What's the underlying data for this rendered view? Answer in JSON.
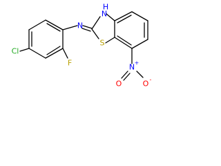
{
  "molecule": {
    "atom_labels": {
      "cl": "Cl",
      "f": "F",
      "n_amine": "N",
      "nh": "H",
      "nh_n": "N",
      "s": "S",
      "nitro_n": "N",
      "nitro_plus": "+",
      "nitro_o_up": "O",
      "nitro_o_down": "O",
      "nitro_minus": "-"
    },
    "colors": {
      "bond": "#000000",
      "cl": "#22aa22",
      "f": "#b8a000",
      "n": "#0000ff",
      "s": "#b8a000",
      "o": "#ff0000"
    }
  }
}
